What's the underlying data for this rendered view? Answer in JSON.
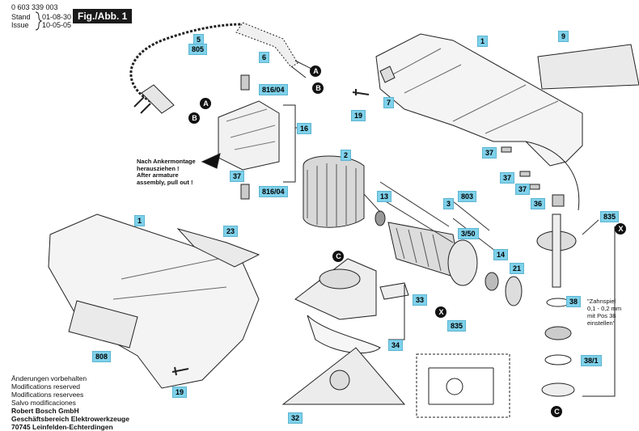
{
  "header": {
    "doc_number": "0 603 339 003",
    "stand_label": "Stand",
    "stand_value": "01-08-30",
    "issue_label": "Issue",
    "issue_value": "10-05-05",
    "figure": "Fig./Abb. 1"
  },
  "callouts": {
    "c1a": "1",
    "c1b": "1",
    "c2": "2",
    "c3": "3",
    "c3_50": "3/50",
    "c5": "5",
    "c805": "805",
    "c6": "6",
    "c7": "7",
    "c9": "9",
    "c13": "13",
    "c14": "14",
    "c16": "16",
    "c19a": "19",
    "c19b": "19",
    "c21": "21",
    "c23": "23",
    "c32": "32",
    "c33": "33",
    "c34": "34",
    "c36": "36",
    "c37a": "37",
    "c37b": "37",
    "c37c": "37",
    "c37d": "37",
    "c38": "38",
    "c38_1": "38/1",
    "c803": "803",
    "c808": "808",
    "c816a": "816/04",
    "c816b": "816/04",
    "c835a": "835",
    "c835b": "835"
  },
  "markers": {
    "A": "A",
    "B": "B",
    "C": "C",
    "X": "X"
  },
  "notes": {
    "armature": [
      "Nach Ankermontage",
      "herausziehen !",
      "After armature",
      "assembly, pull out !"
    ],
    "backlash": [
      "\"Zahnspiel",
      "0,1 - 0,2 mm",
      "mit Pos 38",
      "einstellen\""
    ]
  },
  "footer": {
    "lines": [
      "Änderungen vorbehalten",
      "Modifications reserved",
      "Modifications reservees",
      "Salvo modificaciones"
    ],
    "company": [
      "Robert Bosch GmbH",
      "Geschäftsbereich Elektrowerkzeuge",
      "70745 Leinfelden-Echterdingen"
    ]
  }
}
